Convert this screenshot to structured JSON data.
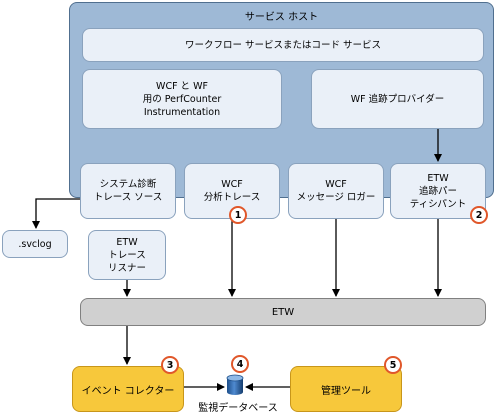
{
  "service_host": {
    "title": "サービス ホスト"
  },
  "boxes": {
    "workflow_service": "ワークフロー サービスまたはコード サービス",
    "perfcounter": "WCF と WF\n用の PerfCounter\nInstrumentation",
    "wf_tracking_provider": "WF 追跡プロバイダー",
    "system_diagnostics": "システム診断\nトレース ソース",
    "wcf_analytic_trace": "WCF\n分析トレース",
    "wcf_message_logger": "WCF\nメッセージ ロガー",
    "etw_tracking_participant": "ETW\n追跡パー\nティシパント",
    "svclog": ".svclog",
    "etw_trace_listener": "ETW\nトレース\nリスナー",
    "etw": "ETW",
    "event_collector": "イベント コレクター",
    "management_tool": "管理ツール",
    "monitoring_db": "監視データベース"
  },
  "badges": {
    "b1": "1",
    "b2": "2",
    "b3": "3",
    "b4": "4",
    "b5": "5"
  },
  "colors": {
    "host_fill": "#9eb9d6",
    "box_fill": "#eaf0f8",
    "etw_fill": "#d0d0d0",
    "orange_fill": "#f7c83b",
    "badge_ring": "#e0572a"
  }
}
